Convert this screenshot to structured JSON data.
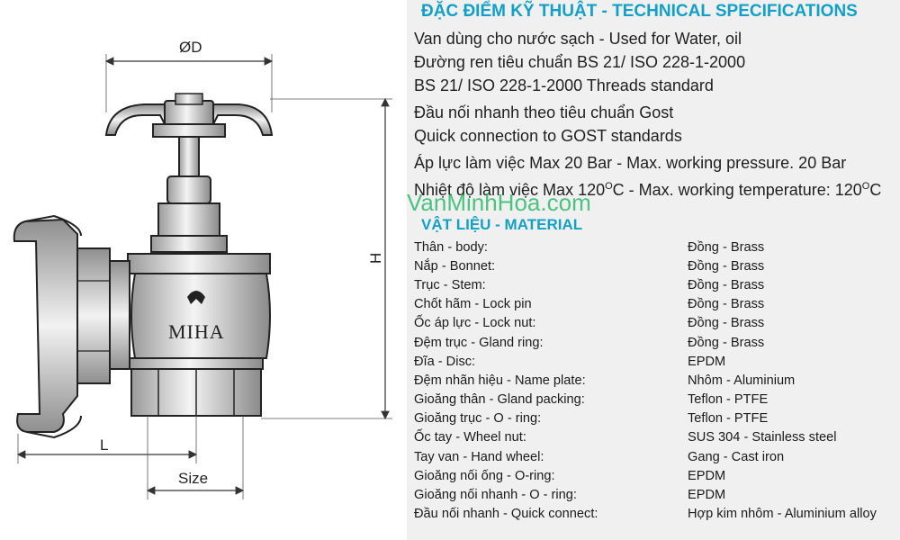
{
  "drawing": {
    "dim_diameter": "ØD",
    "dim_height": "H",
    "dim_length": "L",
    "dim_size": "Size",
    "brand": "MIHA"
  },
  "spec": {
    "title": "ĐẶC ĐIỂM KỸ THUẬT - TECHNICAL SPECIFICATIONS",
    "lines": [
      "Van dùng cho nước sạch - Used for Water, oil",
      "Đường ren tiêu chuẩn BS 21/ ISO 228-1-2000",
      "BS 21/ ISO 228-1-2000 Threads standard",
      "Đầu nối nhanh theo tiêu chuẩn Gost",
      "Quick connection to GOST standards",
      "Áp lực làm việc Max 20 Bar - Max. working pressure. 20 Bar"
    ],
    "temp_vi": "Nhiệt độ làm việc Max 120",
    "temp_unit_1": "C - Max. working temperature: 120",
    "temp_unit_2": "C",
    "degree": "O"
  },
  "watermark": "VanMinhHoa.com",
  "material": {
    "title": "VẬT LIỆU - MATERIAL",
    "rows": [
      {
        "part": "Thân - body:",
        "value": "Đồng - Brass"
      },
      {
        "part": "Nắp - Bonnet:",
        "value": "Đồng - Brass"
      },
      {
        "part": "Trục - Stem:",
        "value": "Đồng - Brass"
      },
      {
        "part": "Chốt hãm - Lock pin",
        "value": "Đồng - Brass"
      },
      {
        "part": "Ốc áp lực - Lock nut:",
        "value": "Đồng - Brass"
      },
      {
        "part": "Đệm trục - Gland ring:",
        "value": "Đồng - Brass"
      },
      {
        "part": "Đĩa - Disc:",
        "value": "EPDM"
      },
      {
        "part": "Đệm nhãn hiệu - Name plate:",
        "value": "Nhôm - Aluminium"
      },
      {
        "part": "Gioăng thân - Gland packing:",
        "value": "Teflon - PTFE"
      },
      {
        "part": "Gioăng trục - O - ring:",
        "value": "Teflon - PTFE"
      },
      {
        "part": "Ốc tay - Wheel nut:",
        "value": "SUS 304 - Stainless steel"
      },
      {
        "part": "Tay van - Hand wheel:",
        "value": "Gang - Cast iron"
      },
      {
        "part": "Gioăng nối ống - O-ring:",
        "value": "EPDM"
      },
      {
        "part": "Gioăng nối nhanh - O - ring:",
        "value": "EPDM"
      },
      {
        "part": "Đầu nối nhanh - Quick connect:",
        "value": "Hợp kim nhôm - Aluminium alloy"
      }
    ]
  }
}
